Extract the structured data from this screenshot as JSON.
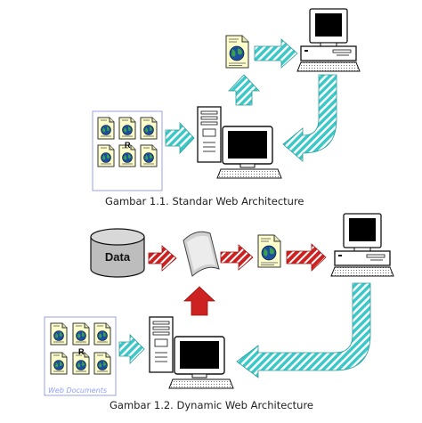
{
  "figures": [
    {
      "caption": "Gambar 1.1. Standar Web Architecture"
    },
    {
      "caption": "Gambar 1.2. Dynamic Web Architecture"
    }
  ],
  "diagram": {
    "database_label": "Data",
    "web_documents_label": "Web Documents",
    "colors": {
      "teal_arrow": "#3cc8c8",
      "red_arrow": "#cc2222",
      "doc_frame": "#9aa0e6",
      "document": "#ffffcc"
    }
  }
}
